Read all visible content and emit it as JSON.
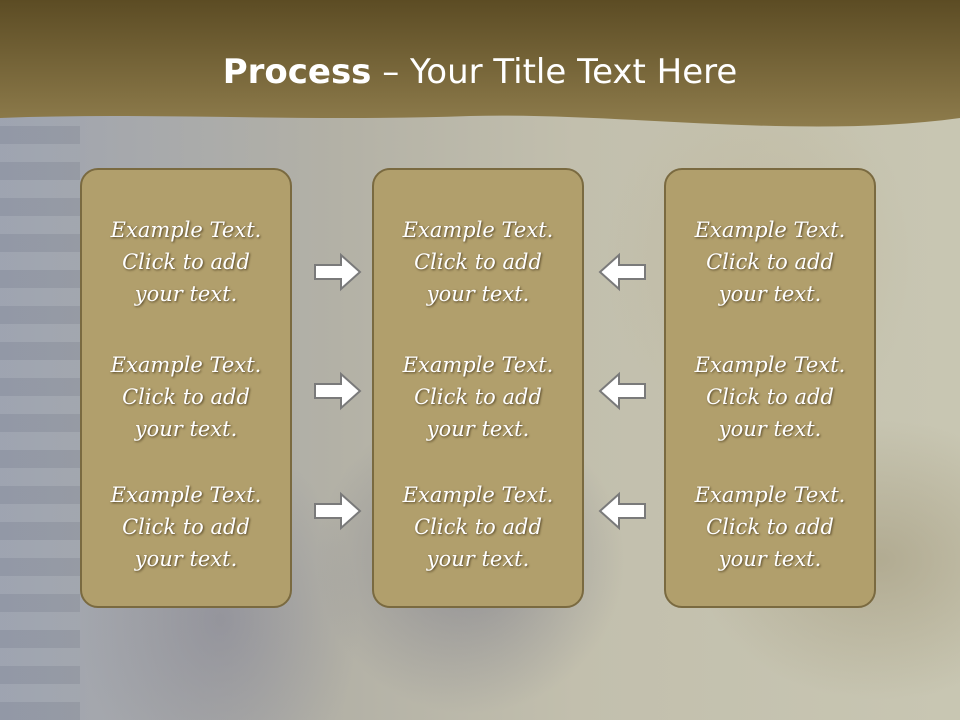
{
  "slide": {
    "title_bold": "Process",
    "title_rest": " – Your Title Text Here",
    "columns": [
      {
        "items": [
          {
            "line1": "Example Text.",
            "line2": "Click  to add",
            "line3": "your text."
          },
          {
            "line1": "Example Text.",
            "line2": "Click  to add",
            "line3": "your text."
          },
          {
            "line1": "Example Text.",
            "line2": "Click  to add",
            "line3": "your text."
          }
        ]
      },
      {
        "items": [
          {
            "line1": "Example Text.",
            "line2": "Click  to add",
            "line3": "your text."
          },
          {
            "line1": "Example Text.",
            "line2": "Click  to add",
            "line3": "your text."
          },
          {
            "line1": "Example Text.",
            "line2": "Click  to add",
            "line3": "your text."
          }
        ]
      },
      {
        "items": [
          {
            "line1": "Example Text.",
            "line2": "Click  to add",
            "line3": "your text."
          },
          {
            "line1": "Example Text.",
            "line2": "Click  to add",
            "line3": "your text."
          },
          {
            "line1": "Example Text.",
            "line2": "Click  to add",
            "line3": "your text."
          }
        ]
      }
    ],
    "left_arrows": [
      "arrow-right-icon",
      "arrow-right-icon",
      "arrow-right-icon"
    ],
    "right_arrows": [
      "arrow-left-icon",
      "arrow-left-icon",
      "arrow-left-icon"
    ],
    "colors": {
      "header": "#6b5a2e",
      "box_fill": "#b19f6c",
      "box_border": "#7a6a40",
      "text": "#ffffff",
      "arrow_fill": "#ffffff",
      "arrow_stroke": "#7a7a7a"
    }
  }
}
